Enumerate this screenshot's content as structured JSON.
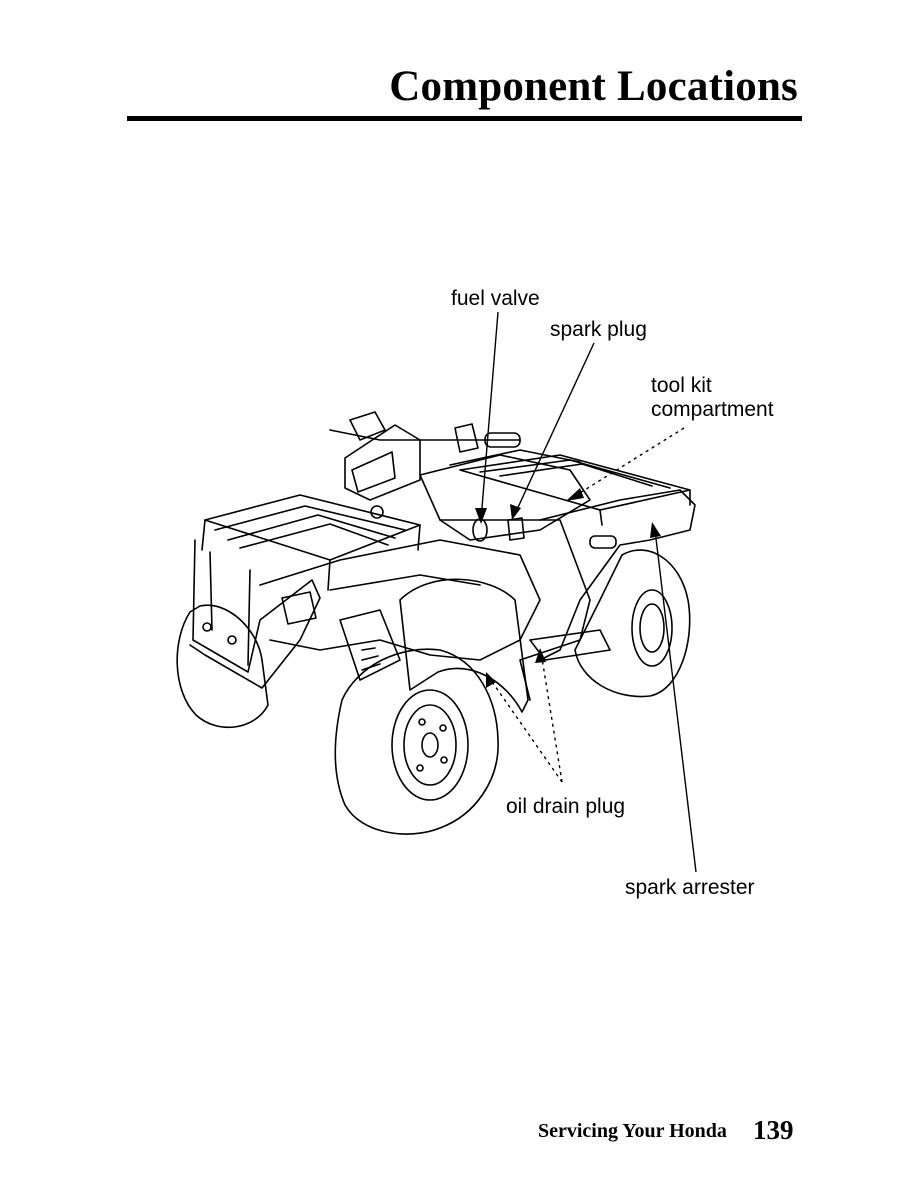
{
  "page": {
    "title": "Component Locations",
    "footer_section": "Servicing Your Honda",
    "page_number": "139"
  },
  "figure": {
    "subject": "atv-illustration",
    "callouts": {
      "fuel_valve": "fuel valve",
      "spark_plug": "spark plug",
      "tool_kit_line1": "tool kit",
      "tool_kit_line2": "compartment",
      "oil_drain_plug": "oil drain plug",
      "spark_arrester": "spark arrester"
    }
  }
}
